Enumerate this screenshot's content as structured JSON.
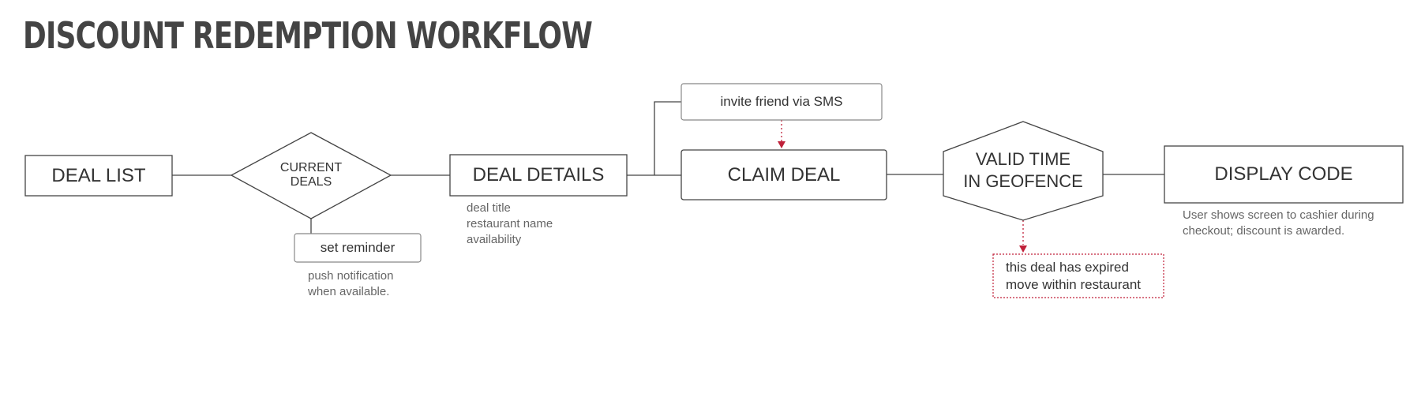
{
  "title": "DISCOUNT REDEMPTION WORKFLOW",
  "nodes": {
    "deal_list": "DEAL LIST",
    "current_deals": [
      "CURRENT",
      "DEALS"
    ],
    "set_reminder": "set reminder",
    "deal_details": "DEAL DETAILS",
    "invite_friend": "invite friend via SMS",
    "claim_deal": "CLAIM DEAL",
    "valid_time": [
      "VALID TIME",
      "IN GEOFENCE"
    ],
    "expired": [
      "this deal has expired",
      "move within restaurant"
    ],
    "display_code": "DISPLAY CODE"
  },
  "notes": {
    "push": [
      "push notification",
      "when available."
    ],
    "details": [
      "deal title",
      "restaurant name",
      "availability"
    ],
    "display": [
      "User shows screen to cashier during",
      "checkout; discount is awarded."
    ]
  },
  "colors": {
    "line": "#333333",
    "accent": "#c0213a",
    "text": "#333333"
  }
}
